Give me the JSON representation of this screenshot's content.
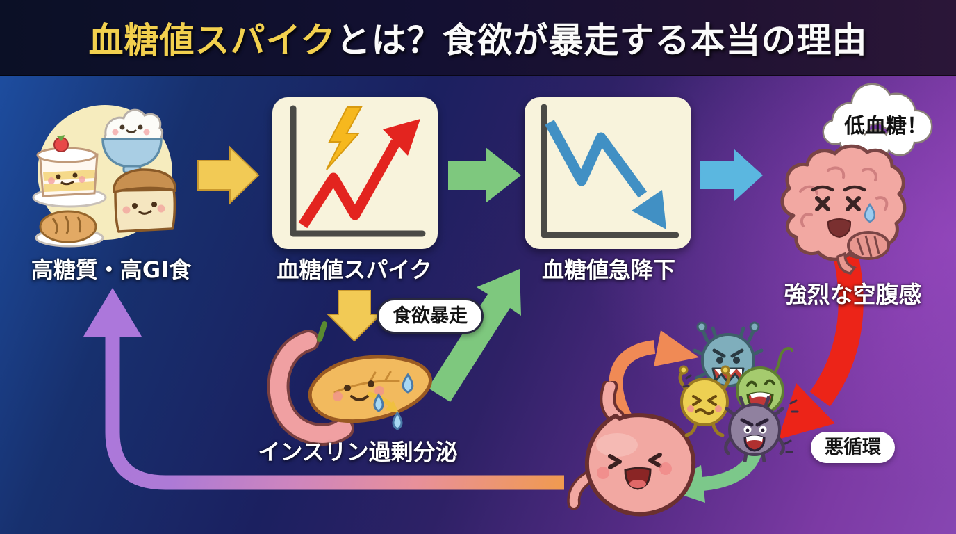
{
  "title": {
    "highlight": "血糖値スパイク",
    "rest": "とは？食欲が暴走する本当の理由"
  },
  "labels": {
    "food": "高糖質・高GI食",
    "spike": "血糖値スパイク",
    "drop": "血糖値急降下",
    "hunger": "強烈な空腹感",
    "insulin": "インスリン過剰分泌"
  },
  "badges": {
    "thought": "低血糖！",
    "appetite": "食欲暴走",
    "cycle": "悪循環"
  },
  "icons": {
    "food-icon": "cake slice, rice bowl, bread loaf, roll",
    "spike-chart-icon": "rising red zigzag arrow with lightning bolt",
    "drop-chart-icon": "falling blue zigzag arrow",
    "brain-icon": "distressed brain with sweat drop",
    "thought-bubble": "cloud bubble",
    "pancreas-icon": "smiling pancreas secreting insulin drops",
    "stomach-icon": "laughing stomach",
    "germ-monsters-icon": "four germ monsters"
  },
  "colors": {
    "title_highlight": "#F2D04E",
    "title_text": "#FAFAFA",
    "bg_left": "#1E51A6",
    "bg_right": "#8746B2",
    "card_bg": "#F8F3DC",
    "arrow_yellow": "#F2CA55",
    "arrow_green": "#7EC87E",
    "arrow_blue": "#5BB7E0",
    "arrow_red": "#EC2418",
    "arrow_orange": "#F08A55",
    "loop_purple": "#AC77DB",
    "loop_orange": "#F09A50"
  }
}
